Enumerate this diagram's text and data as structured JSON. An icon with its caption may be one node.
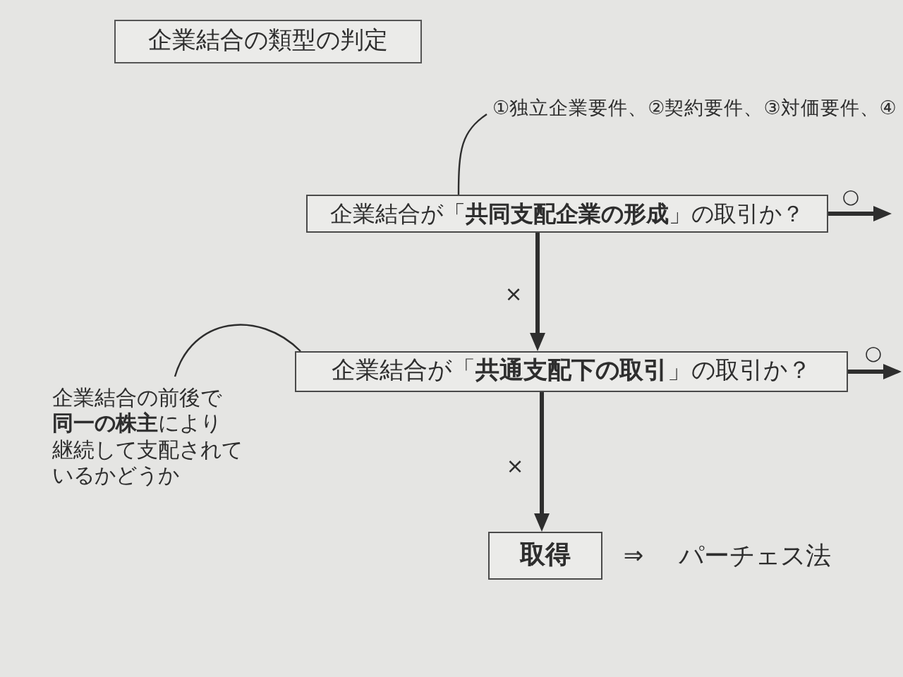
{
  "diagram": {
    "title": "企業結合の類型の判定",
    "nodes": [
      {
        "text": [
          "①独立企業要件、②契約要件、③対価要件、④"
        ]
      },
      {
        "text": [
          "企業結合が「**共同支配企業の形成**」の取引か？"
        ]
      },
      {
        "text": [
          "企業結合が「**共通支配下の取引**」の取引か？"
        ]
      },
      {
        "text": [
          "企業結合の前後で**同一の株主**により継続して支配されているかどうか"
        ]
      },
      {
        "text": [
          "取得"
        ],
        "beside": [
          "⇒",
          "パーチェス法"
        ]
      }
    ],
    "edges": [
      {
        "from": 0,
        "to": 1,
        "arrow": "none"
      },
      {
        "from": 1,
        "to": null,
        "arrow": "to",
        "label": "○"
      },
      {
        "from": 1,
        "to": 2,
        "arrow": "to",
        "label": "×"
      },
      {
        "from": 3,
        "to": 2,
        "arrow": "none"
      },
      {
        "from": 2,
        "to": null,
        "arrow": "to",
        "label": "○"
      },
      {
        "from": 2,
        "to": 4,
        "arrow": "to",
        "label": "×"
      }
    ]
  }
}
